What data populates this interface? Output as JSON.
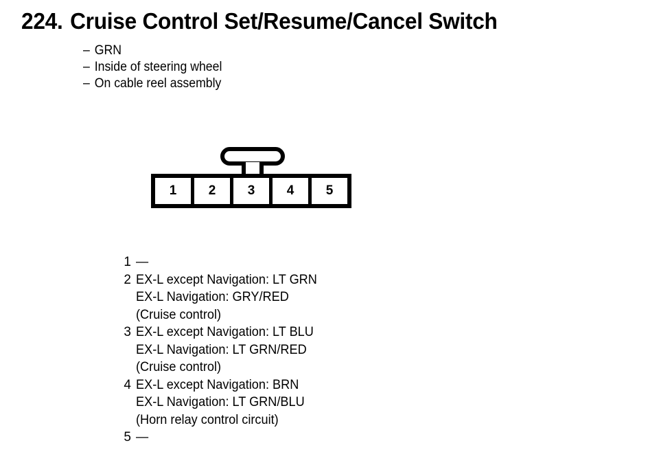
{
  "title": {
    "number": "224.",
    "text": "Cruise Control Set/Resume/Cancel Switch"
  },
  "header_notes": [
    {
      "dash": "–",
      "text": "GRN"
    },
    {
      "dash": "–",
      "text": "Inside of steering wheel"
    },
    {
      "dash": "–",
      "text": "On cable reel assembly"
    }
  ],
  "connector": {
    "cavities": [
      {
        "number": "1"
      },
      {
        "number": "2"
      },
      {
        "number": "3"
      },
      {
        "number": "4"
      },
      {
        "number": "5"
      }
    ],
    "tab_label": "locking-tab"
  },
  "pin_legend": [
    {
      "pin": "1",
      "lines": [
        "—"
      ]
    },
    {
      "pin": "2",
      "lines": [
        "EX-L except Navigation: LT GRN",
        "EX-L Navigation: GRY/RED",
        "(Cruise control)"
      ]
    },
    {
      "pin": "3",
      "lines": [
        "EX-L except Navigation: LT BLU",
        "EX-L Navigation: LT GRN/RED",
        "(Cruise control)"
      ]
    },
    {
      "pin": "4",
      "lines": [
        "EX-L except Navigation: BRN",
        "EX-L Navigation: LT GRN/BLU",
        "(Horn relay control circuit)"
      ]
    },
    {
      "pin": "5",
      "lines": [
        "—"
      ]
    }
  ],
  "colors": {
    "ink": "#000000",
    "page": "#ffffff"
  }
}
